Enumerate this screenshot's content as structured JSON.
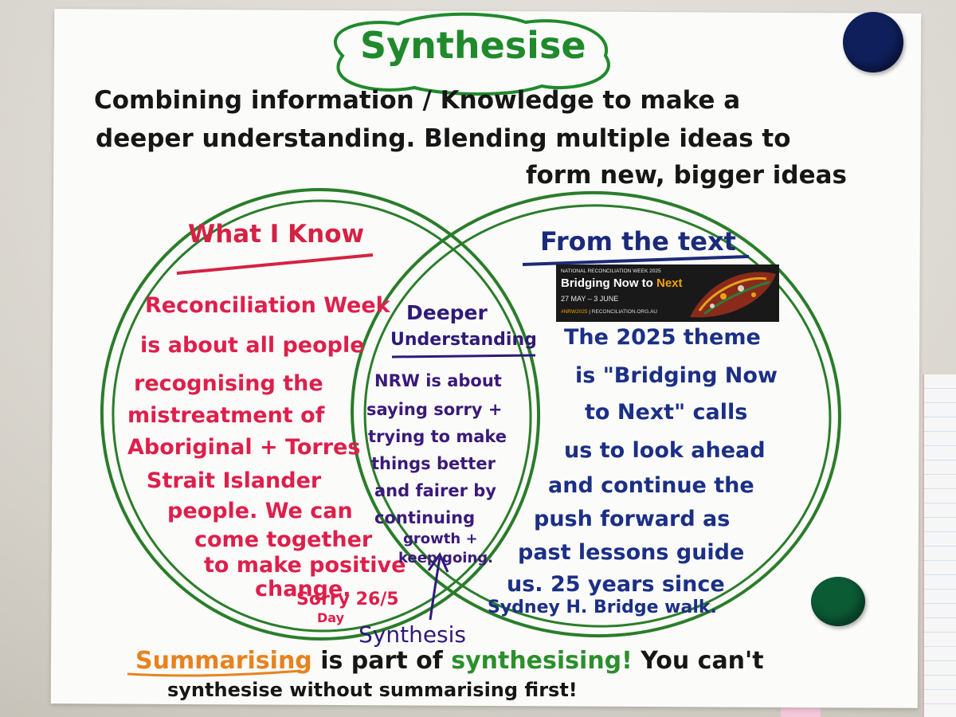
{
  "poster": {
    "title": "Synthesise",
    "definition_lines": [
      "Combining information / Knowledge to make a",
      "deeper understanding. Blending multiple ideas to",
      "form new, bigger ideas"
    ]
  },
  "left_circle": {
    "heading": "What I Know",
    "lines": [
      "Reconciliation Week",
      "is about all people",
      "recognising the",
      "mistreatment of",
      "Aboriginal + Torres",
      "Strait Islander",
      "people. We can",
      "come together",
      "to make positive",
      "change."
    ],
    "sorry_day": "Sorry 26/5",
    "sorry_day_2": "Day"
  },
  "overlap": {
    "heading_line1": "Deeper",
    "heading_line2": "Understanding",
    "lines": [
      "NRW is about",
      "saying sorry +",
      "trying to make",
      "things better",
      "and fairer by",
      "continuing",
      "growth +",
      "keep going."
    ],
    "arrow_label": "Synthesis"
  },
  "right_circle": {
    "heading": "From the text",
    "lines": [
      "The 2025 theme",
      "is \"Bridging Now",
      "to Next\" calls",
      "us to look ahead",
      "and continue the",
      "push forward as",
      "past lessons guide",
      "us. 25 years since",
      "Sydney H. Bridge walk."
    ],
    "banner": {
      "top_text": "NATIONAL RECONCILIATION WEEK 2025",
      "title_part1": "Bridging Now to ",
      "title_part2": "Next",
      "dates": "27 MAY – 3 JUNE",
      "hashtag": "#NRW2025",
      "url": " | RECONCILIATION.ORG.AU"
    }
  },
  "footer": {
    "word1": "Summarising",
    "mid": " is part of ",
    "word2": "synthesising!",
    "end": " You can't",
    "line2": "synthesise without summarising first!"
  },
  "colors": {
    "title_green": "#1f8a2c",
    "red_text": "#de1f4b",
    "blue_text": "#1b2f86",
    "purple_text": "#3a1a7a",
    "circle_green": "#2a7d2a",
    "magnet_navy": "#0e1f5c",
    "magnet_green": "#0b5b35",
    "orange_text": "#e8821e"
  }
}
